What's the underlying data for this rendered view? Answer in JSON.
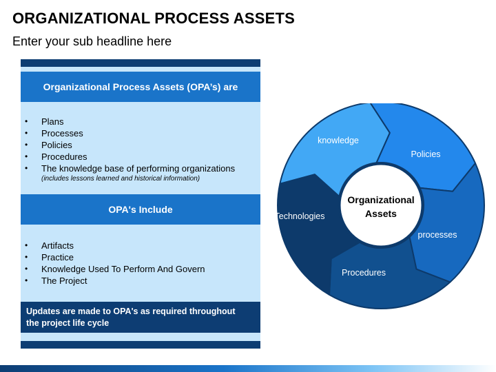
{
  "page": {
    "title": "ORGANIZATIONAL PROCESS ASSETS",
    "subtitle": "Enter your sub headline here"
  },
  "left_panel": {
    "section1_header": "Organizational Process Assets (OPA’s) are",
    "section1_items": [
      "Plans",
      "Processes",
      "Policies",
      "Procedures",
      "The knowledge base of performing organizations"
    ],
    "section1_note": "(includes lessons learned and historical information)",
    "section2_header": "OPA's Include",
    "section2_items": [
      "Artifacts",
      "Practice",
      "Knowledge Used To Perform And Govern",
      "The Project"
    ],
    "footer_line1": "Updates are made to OPA's as required throughout",
    "footer_line2": "the project life cycle",
    "bullet_char": "•"
  },
  "cycle": {
    "center_line1": "Organizational",
    "center_line2": "Assets",
    "segments": [
      {
        "label": "knowledge",
        "color": "#42a8f5"
      },
      {
        "label": "Policies",
        "color": "#2388ec"
      },
      {
        "label": "processes",
        "color": "#1769bf"
      },
      {
        "label": "Procedures",
        "color": "#11508f"
      },
      {
        "label": "Technologies",
        "color": "#0d3a6b"
      }
    ]
  }
}
